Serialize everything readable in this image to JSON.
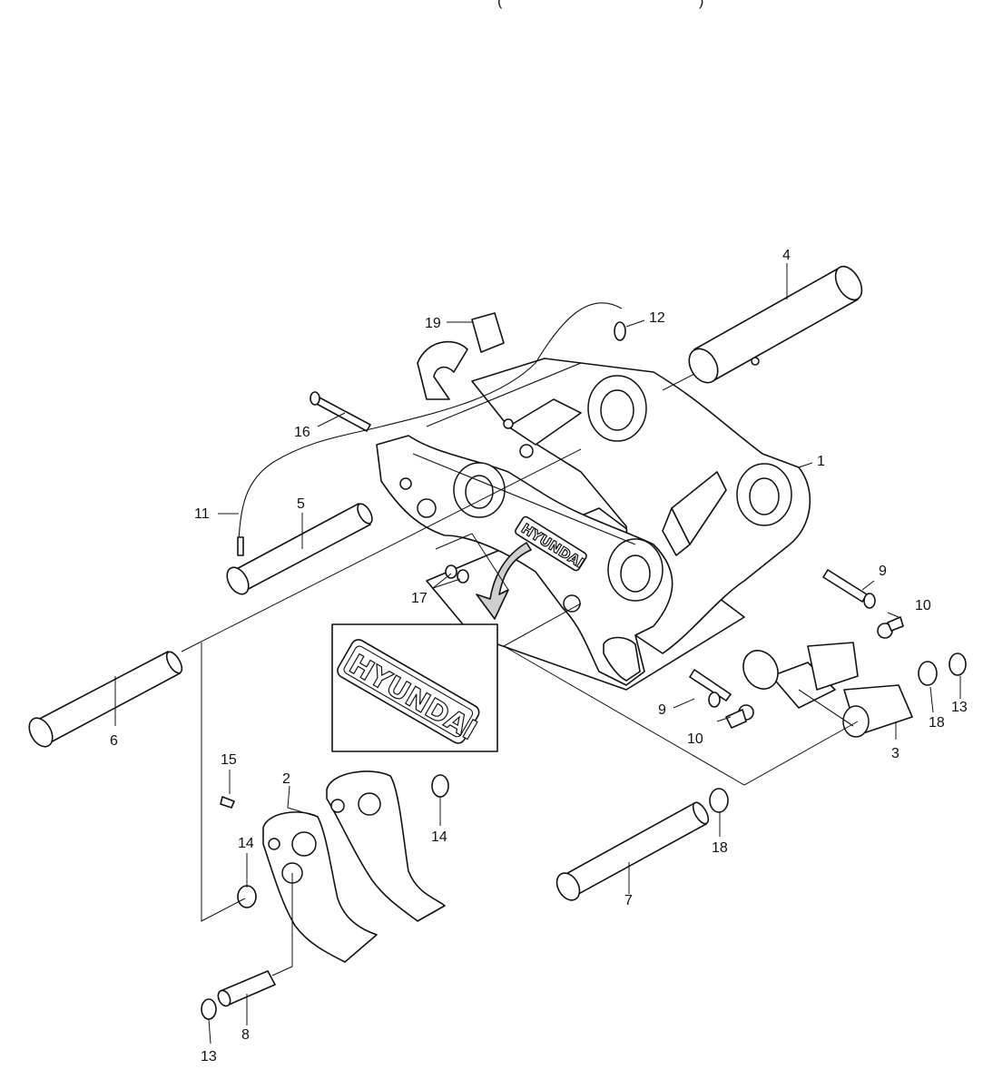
{
  "header_fragment": "(",
  "header_fragment_right": ")",
  "logo": {
    "small": "HYUNDAI",
    "detail": "HYUNDAI"
  },
  "callouts": {
    "c1": "1",
    "c2": "2",
    "c3": "3",
    "c4": "4",
    "c5": "5",
    "c6": "6",
    "c7": "7",
    "c8": "8",
    "c9a": "9",
    "c9b": "9",
    "c10a": "10",
    "c10b": "10",
    "c11": "11",
    "c12": "12",
    "c13a": "13",
    "c13b": "13",
    "c14a": "14",
    "c14b": "14",
    "c15": "15",
    "c16": "16",
    "c17": "17",
    "c18a": "18",
    "c18b": "18",
    "c19": "19"
  }
}
